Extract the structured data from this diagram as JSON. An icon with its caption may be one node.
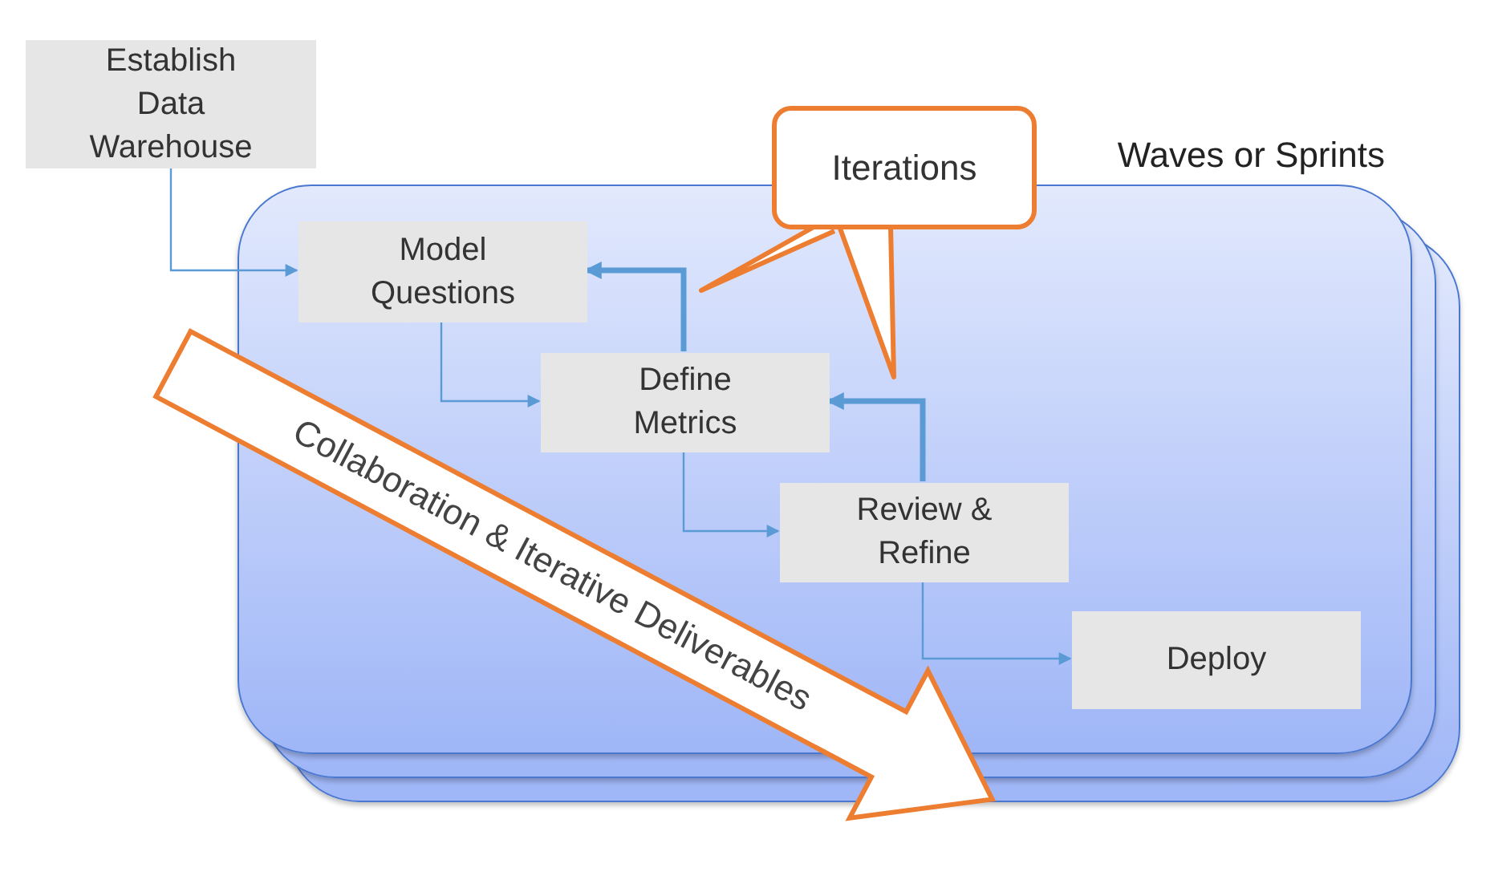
{
  "diagram": {
    "nodes": [
      {
        "text": [
          "Establish Data Warehouse"
        ]
      },
      {
        "text": [
          "Waves or Sprints"
        ]
      },
      {
        "text": [
          "Model Questions"
        ],
        "in": 1
      },
      {
        "text": [
          "Define Metrics"
        ],
        "in": 1
      },
      {
        "text": [
          "Review & Refine"
        ],
        "in": 1
      },
      {
        "text": [
          "Deploy"
        ],
        "in": 1
      },
      {
        "text": [
          "Iterations"
        ]
      },
      {
        "text": [
          "Collaboration & Iterative Deliverables"
        ]
      }
    ],
    "edges": [
      {
        "from": 0,
        "to": 2,
        "arrow": "to"
      },
      {
        "from": 2,
        "to": 3,
        "arrow": "to"
      },
      {
        "from": 3,
        "to": 4,
        "arrow": "to"
      },
      {
        "from": 4,
        "to": 5,
        "arrow": "to"
      },
      {
        "from": 3,
        "to": 2,
        "arrow": "to",
        "style": "thick"
      },
      {
        "from": 4,
        "to": 3,
        "arrow": "to",
        "style": "thick"
      }
    ]
  }
}
